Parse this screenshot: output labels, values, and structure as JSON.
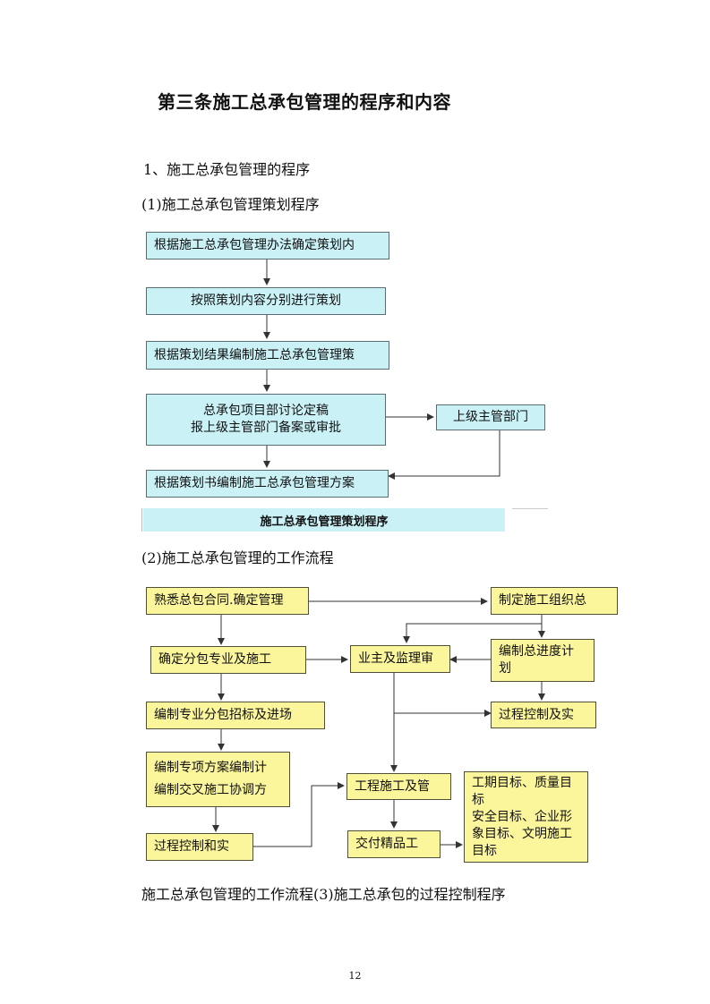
{
  "doc": {
    "title": "第三条施工总承包管理的程序和内容",
    "section1": "1、施工总承包管理的程序",
    "sub1": "(1)施工总承包管理策划程序",
    "sub2": "(2)施工总承包管理的工作流程",
    "footer_line": "施工总承包管理的工作流程(3)施工总承包的过程控制程序",
    "page_number": "12"
  },
  "flow1": {
    "step1": "根据施工总承包管理办法确定策划内",
    "step2": "按照策划内容分别进行策划",
    "step3": "根据策划结果编制施工总承包管理策",
    "step4_line1": "总承包项目部讨论定稿",
    "step4_line2": "报上级主管部门备案或审批",
    "side": "上级主管部门",
    "step5": "根据策划书编制施工总承包管理方案",
    "caption": "施工总承包管理策划程序"
  },
  "flow2": {
    "a1": "熟悉总包合同.确定管理",
    "a2": "确定分包专业及施工",
    "a3": "编制专业分包招标及进场",
    "a4_line1": "编制专项方案编制计",
    "a4_line2": "编制交叉施工协调方",
    "a5": "过程控制和实",
    "b1": "业主及监理审",
    "b2": "工程施工及管",
    "b3": "交付精品工",
    "c1": "制定施工组织总",
    "c2_line1": "编制总进度计",
    "c2_line2": "划",
    "c3": "过程控制及实",
    "d1_line1": "工期目标、质量目",
    "d1_line2": "标",
    "d1_line3": "安全目标、企业形",
    "d1_line4": "象目标、文明施工",
    "d1_line5": "目标"
  }
}
